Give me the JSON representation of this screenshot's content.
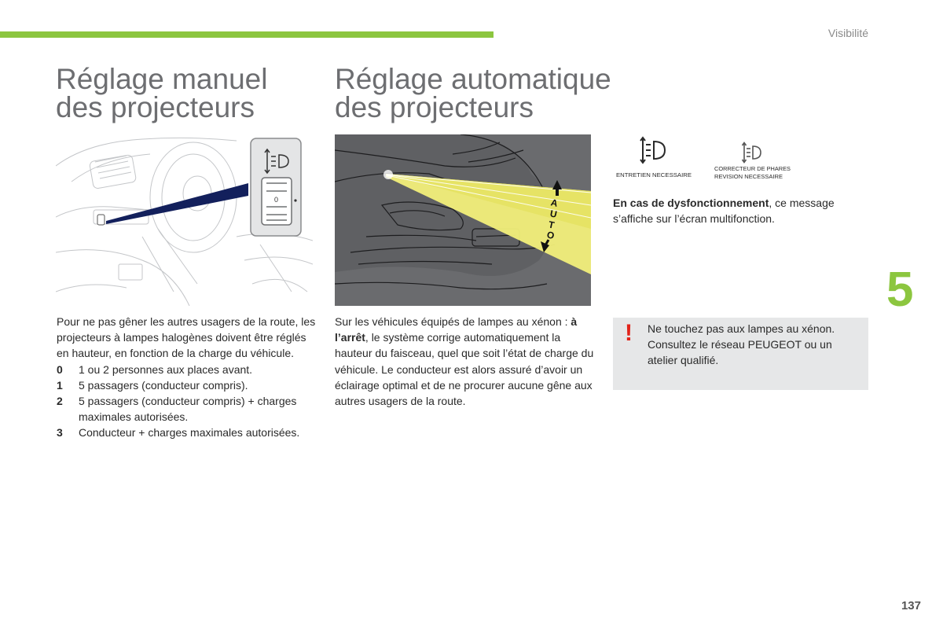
{
  "header": {
    "section": "Visibilité"
  },
  "chapter_number": "5",
  "page_number": "137",
  "manual": {
    "title_line1": "Réglage manuel",
    "title_line2": "des projecteurs",
    "intro": "Pour ne pas gêner les autres usagers de la route, les projecteurs à lampes halogènes doivent être réglés en hauteur, en fonction de la charge du véhicule.",
    "items": [
      {
        "num": "0",
        "text": "1 ou 2 personnes aux places avant."
      },
      {
        "num": "1",
        "text": "5 passagers (conducteur compris)."
      },
      {
        "num": "2",
        "text": "5 passagers (conducteur compris) + charges maximales autorisées."
      },
      {
        "num": "3",
        "text": "Conducteur + charges maximales autorisées."
      }
    ],
    "wheel_value": "0"
  },
  "automatic": {
    "title_line1": "Réglage automatique",
    "title_line2": "des projecteurs",
    "text_before": "Sur les véhicules équipés de lampes au xénon : ",
    "text_bold": "à l’arrêt",
    "text_after": ", le système corrige automatiquement la hauteur du faisceau, quel que soit l’état de charge du véhicule. Le conducteur est alors assuré d’avoir un éclairage optimal et de ne procurer aucune gêne aux autres usagers de la route.",
    "auto_letters": [
      "A",
      "U",
      "T",
      "O"
    ]
  },
  "messages": {
    "msg1": "ENTRETIEN NECESSAIRE",
    "msg2_line1": "CORRECTEUR DE PHARES",
    "msg2_line2": "REVISION NECESSAIRE",
    "malfunction_bold": "En cas de dysfonctionnement",
    "malfunction_text": ", ce message s’affiche sur l’écran multifonction."
  },
  "warning": {
    "mark": "!",
    "text": "Ne touchez pas aux lampes au xénon. Consultez le réseau PEUGEOT ou un atelier qualifié."
  },
  "colors": {
    "accent_green": "#8cc63f",
    "heading_gray": "#6d6e71",
    "warning_red": "#e2231a",
    "beam_yellow": "#f2ef7a",
    "dash_blue": "#13205c"
  }
}
